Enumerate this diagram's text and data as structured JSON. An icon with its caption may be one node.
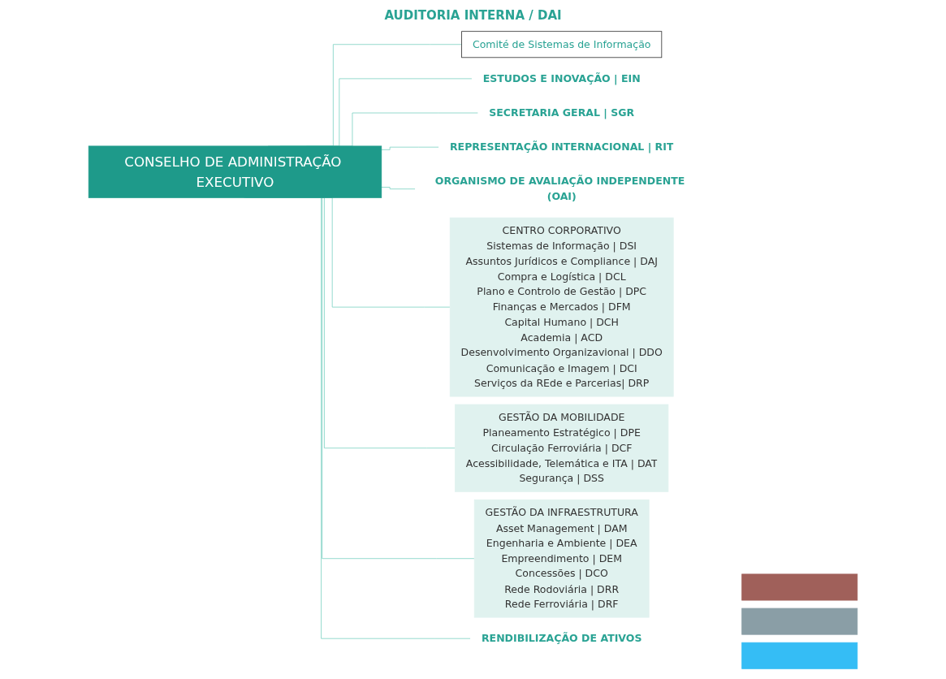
{
  "diagram": {
    "nodes": [
      {
        "text": [
          "CONSELHO DE ADMINISTRAÇÃO EXECUTIVO"
        ]
      },
      {
        "text": [
          "Comité de Sistemas de Informação"
        ]
      },
      {
        "text": [
          "ESTUDOS E INOVAÇÃO | EIN"
        ]
      },
      {
        "text": [
          "SECRETARIA GERAL | SGR"
        ]
      },
      {
        "text": [
          "REPRESENTAÇÃO INTERNACIONAL | RIT"
        ]
      },
      {
        "text": [
          "ORGANISMO DE AVALIAÇÃO INDEPENDENTE (OAI)"
        ]
      },
      {
        "text": [
          "CENTRO CORPORATIVO",
          "Sistemas de Informação | DSI",
          "Assuntos Jurídicos e Compliance | DAJ",
          "Compra e Logística | DCL",
          "Plano e Controlo de Gestão | DPC",
          "Finanças e Mercados | DFM",
          "Capital Humano | DCH",
          "Academia | ACD",
          "Desenvolvimento Organizavional | DDO",
          "Comunicação e Imagem | DCI",
          "Serviços da REde e Parcerias| DRP"
        ]
      },
      {
        "text": [
          "GESTÃO DA MOBILIDADE",
          "Planeamento Estratégico | DPE",
          "Circulação Ferroviária | DCF",
          "Acessibilidade, Telemática e ITA | DAT",
          "Segurança | DSS"
        ]
      },
      {
        "text": [
          "GESTÃO DA INFRAESTRUTURA",
          "Asset Management | DAM",
          "Engenharia e Ambiente | DEA",
          "Empreendimento | DEM",
          "Concessões | DCO",
          "Rede Rodoviária | DRR",
          "Rede Ferroviária | DRF"
        ]
      },
      {
        "text": [
          "RENDIBILIZAÇÃO DE ATIVOS"
        ]
      },
      {
        "text": [],
        "shape": "bar"
      },
      {
        "text": [],
        "shape": "bar"
      },
      {
        "text": [],
        "shape": "bar"
      }
    ],
    "edges": [
      {
        "from": 0,
        "to": 1,
        "arrow": "none"
      },
      {
        "from": 0,
        "to": 2,
        "arrow": "none"
      },
      {
        "from": 0,
        "to": 3,
        "arrow": "none"
      },
      {
        "from": 0,
        "to": 4,
        "arrow": "none"
      },
      {
        "from": 0,
        "to": 5,
        "arrow": "none"
      },
      {
        "from": 0,
        "to": 6,
        "arrow": "none"
      },
      {
        "from": 0,
        "to": 7,
        "arrow": "none"
      },
      {
        "from": 0,
        "to": 8,
        "arrow": "none"
      },
      {
        "from": 0,
        "to": 9,
        "arrow": "none"
      }
    ],
    "labels": [
      "AUDITORIA INTERNA / DAI"
    ]
  }
}
